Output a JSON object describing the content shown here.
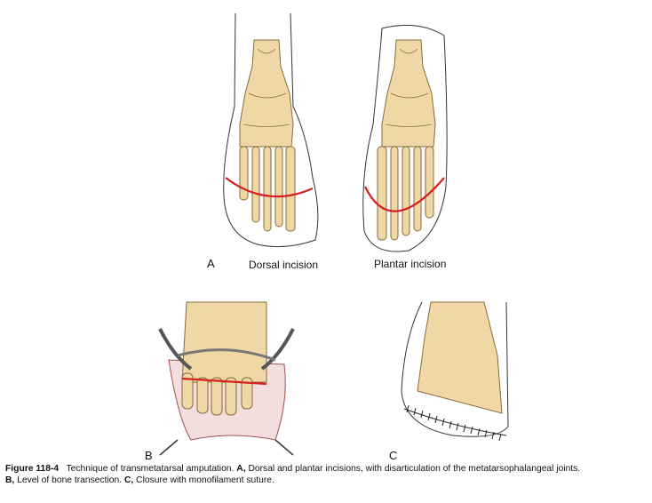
{
  "figure": {
    "panels": {
      "a": {
        "letter": "A",
        "dorsal_label": "Dorsal incision",
        "plantar_label": "Plantar incision"
      },
      "b": {
        "letter": "B"
      },
      "c": {
        "letter": "C"
      }
    },
    "caption": {
      "number": "Figure 118-4",
      "title": "Technique of transmetatarsal amputation.",
      "a_key": "A,",
      "a_text": "Dorsal and plantar incisions, with disarticulation of the metatarsophalangeal joints.",
      "b_key": "B,",
      "b_text": "Level of bone transection.",
      "c_key": "C,",
      "c_text": "Closure with monofilament suture."
    },
    "colors": {
      "bone": "#efd8a6",
      "bone_stroke": "#8a6a3a",
      "incision": "#d81e1e",
      "skin": "#f3dede"
    }
  }
}
